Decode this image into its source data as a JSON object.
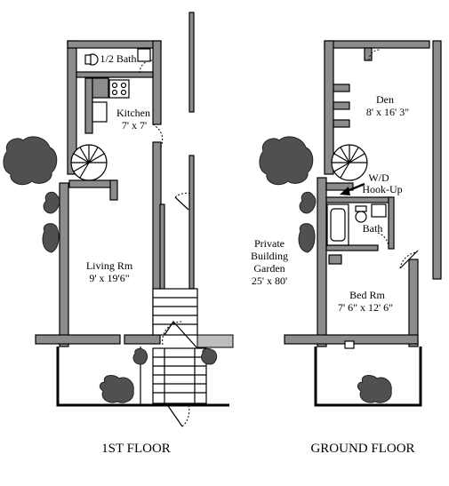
{
  "floor_titles": {
    "first": "1ST FLOOR",
    "ground": "GROUND FLOOR"
  },
  "first_floor": {
    "half_bath": "1/2 Bath",
    "kitchen": "Kitchen",
    "kitchen_size": "7' x 7'",
    "living": "Living Rm",
    "living_size": "9' x 19'6\""
  },
  "garden": {
    "line1": "Private",
    "line2": "Building",
    "line3": "Garden",
    "size": "25' x 80'"
  },
  "ground_floor": {
    "den": "Den",
    "den_size": "8' x 16' 3\"",
    "wd1": "W/D",
    "wd2": "Hook-Up",
    "bath": "Bath",
    "bed": "Bed Rm",
    "bed_size": "7' 6\" x 12' 6\""
  }
}
